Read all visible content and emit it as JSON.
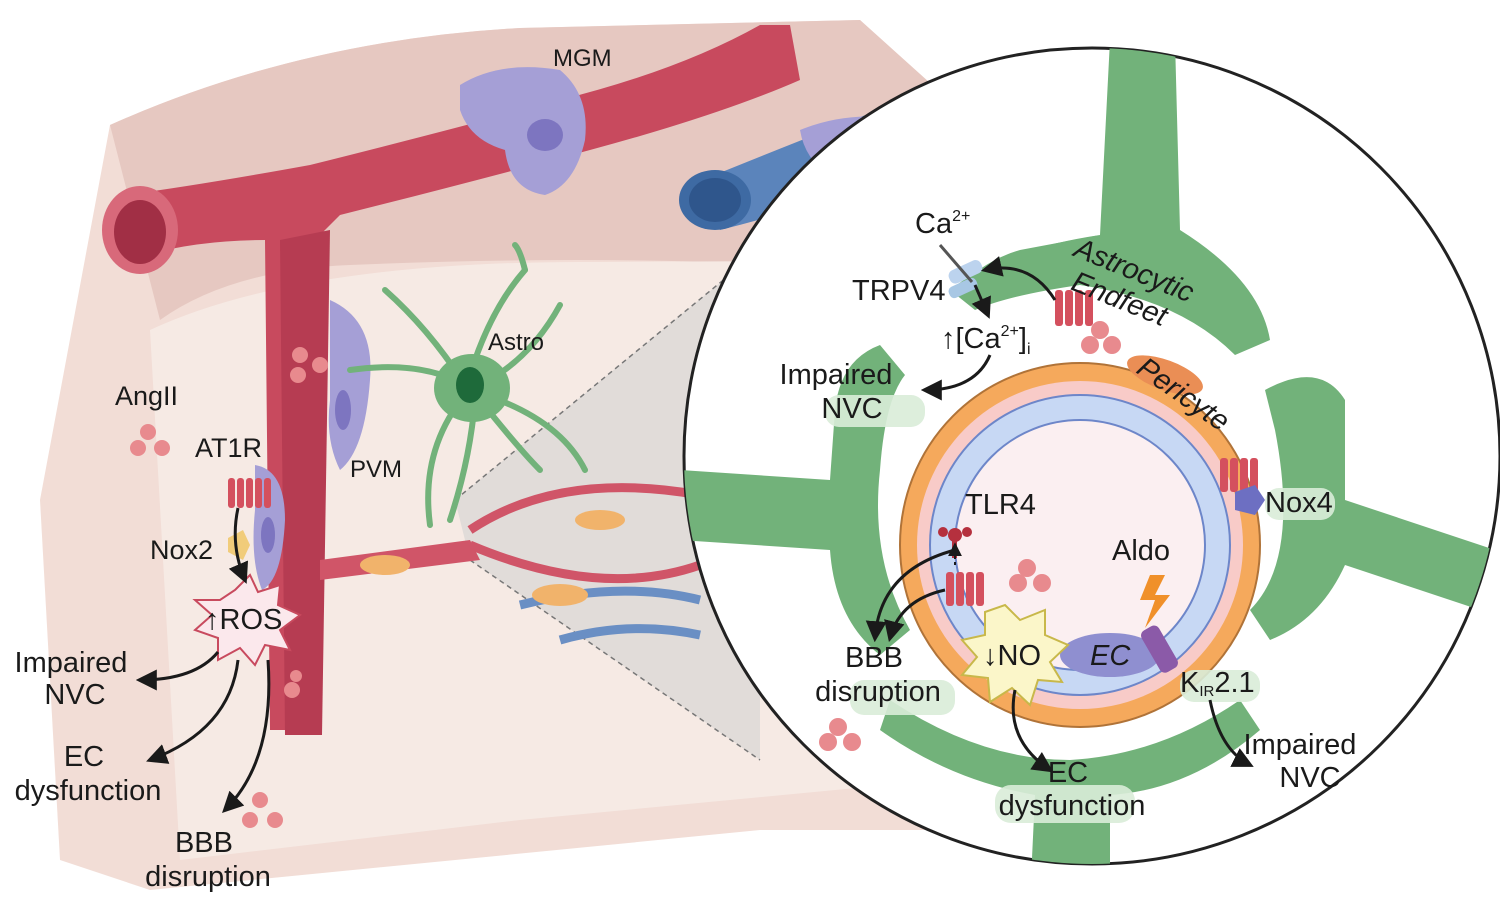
{
  "left": {
    "mgm": "MGM",
    "astro": "Astro",
    "angii": "AngII",
    "at1r": "AT1R",
    "pvm": "PVM",
    "nox2": "Nox2",
    "ros_arrow": "↑",
    "ros": "ROS",
    "impaired_nvc_1": "Impaired",
    "impaired_nvc_2": "NVC",
    "ec_dys_1": "EC",
    "ec_dys_2": "dysfunction",
    "bbb_1": "BBB",
    "bbb_2": "disruption"
  },
  "right": {
    "ca": "Ca",
    "ca_sup": "2+",
    "trpv4": "TRPV4",
    "cai_pre": "↑[Ca",
    "cai_sup": "2+",
    "cai_post": "]",
    "cai_sub": "i",
    "astro_endfeet_1": "Astrocytic",
    "astro_endfeet_2": "Endfeet",
    "pericyte": "Pericyte",
    "nox4": "Nox4",
    "impaired_nvc_a_1": "Impaired",
    "impaired_nvc_a_2": "NVC",
    "tlr4": "TLR4",
    "aldo": "Aldo",
    "no_arrow": "↓",
    "no": "NO",
    "ec": "EC",
    "kir_k": "K",
    "kir_sub": "IR",
    "kir_post": "2.1",
    "bbb_1": "BBB",
    "bbb_2": "disruption",
    "ec_dys_1": "EC",
    "ec_dys_2": "dysfunction",
    "impaired_nvc_b_1": "Impaired",
    "impaired_nvc_b_2": "NVC"
  },
  "colors": {
    "artery": "#c84a5e",
    "vein": "#4f79b0",
    "astro": "#72b27a",
    "pericyte": "#f5a95c",
    "endothelium": "#c7d8f4",
    "microglia": "#a59fd6",
    "tissue": "#e8c9c4"
  }
}
